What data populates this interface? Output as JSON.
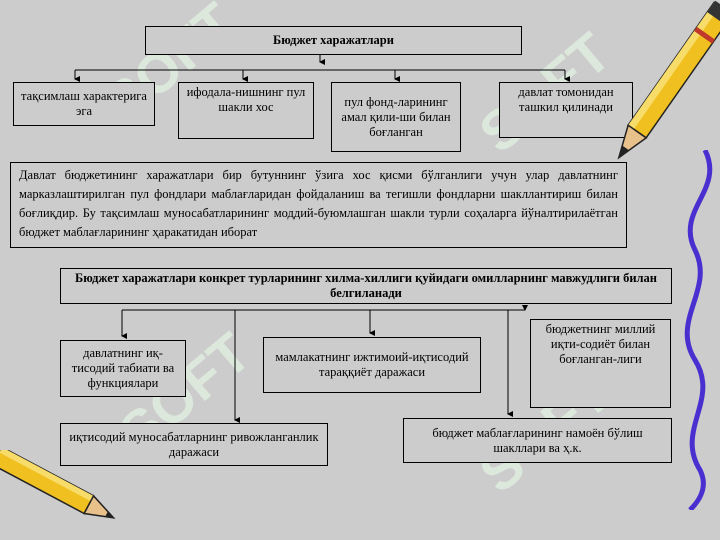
{
  "title": "Бюджет харажатлари",
  "features": [
    "тақсимлаш характерига эга",
    "ифодала-нишнинг пул шакли хос",
    "пул фонд-ларининг амал қили-ши билан боғланган",
    "давлат томонидан ташкил қилинади"
  ],
  "definition": "Давлат бюджетининг харажатлари бир бутуннинг ўзига хос қисми бўлганлиги учун улар давлатнинг марказлаштирилган пул фондлари маблағларидан фойдаланиш ва тегишли фондларни шакллантириш билан боғлиқдир. Бу тақсимлаш муносабатларининг моддий-буюмлашган шакли турли соҳаларга йўналтирилаётган бюджет маблағларининг ҳаракатидан иборат",
  "subtitle": "Бюджет харажатлари конкрет турларининг хилма-хиллиги қуйидаги омилларнинг мавжудлиги билан белгиланади",
  "factors": {
    "state_nature": "давлатнинг иқ-тисодий табиати ва функциялари",
    "social_level": "мамлакатнинг ижтимоий-иқтисодий тараққиёт даражаси",
    "national_features": "бюджетнинг миллий иқти-содиёт билан боғланган-лиги",
    "economic_relations": "иқтисодий муносабатларнинг ривожланганлик даражаси",
    "budget_forms": "бюджет маблағларининг намоён бўлиш шакллари ва ҳ.к."
  },
  "watermark": "SOFT",
  "colors": {
    "background": "#cccccc",
    "watermark": "#e6f2e6",
    "pencil_body": "#f0c020",
    "squiggle": "#4a2fd0"
  }
}
